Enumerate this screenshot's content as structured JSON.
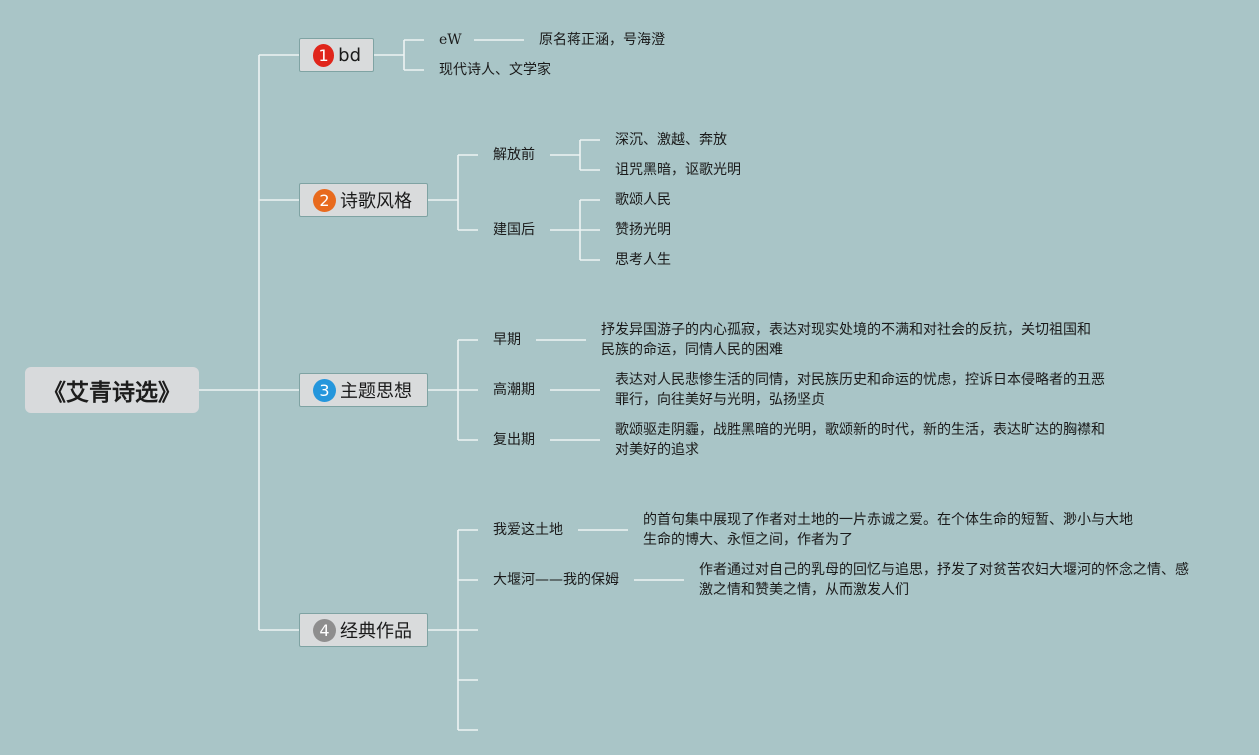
{
  "root": {
    "title": "《艾青诗选》"
  },
  "branches": [
    {
      "label": "bd",
      "number": "1",
      "color": "#e0251b",
      "children": [
        {
          "label": "eW",
          "detail": "原名蒋正涵，号海澄"
        },
        {
          "label": "现代诗人、文学家"
        }
      ]
    },
    {
      "label": "诗歌风格",
      "number": "2",
      "color": "#e86a1d",
      "children": [
        {
          "label": "解放前",
          "items": [
            "深沉、激越、奔放",
            "诅咒黑暗，讴歌光明"
          ]
        },
        {
          "label": "建国后",
          "items": [
            "歌颂人民",
            "赞扬光明",
            "思考人生"
          ]
        }
      ]
    },
    {
      "label": "主题思想",
      "number": "3",
      "color": "#2496dc",
      "children": [
        {
          "label": "早期",
          "lines": [
            "抒发异国游子的内心孤寂，表达对现实处境的不满和对社会的反抗，关切祖国和",
            "民族的命运，同情人民的困难"
          ]
        },
        {
          "label": "高潮期",
          "lines": [
            "表达对人民悲惨生活的同情，对民族历史和命运的忧虑，控诉日本侵略者的丑恶",
            "罪行，向往美好与光明，弘扬坚贞"
          ]
        },
        {
          "label": "复出期",
          "lines": [
            "歌颂驱走阴霾，战胜黑暗的光明，歌颂新的时代，新的生活，表达旷达的胸襟和",
            "对美好的追求"
          ]
        }
      ]
    },
    {
      "label": "经典作品",
      "number": "4",
      "color": "#8e8e8e",
      "children": [
        {
          "label": "我爱这土地",
          "lines": [
            "的首句集中展现了作者对土地的一片赤诚之爱。在个体生命的短暂、渺小与大地",
            "生命的博大、永恒之间，作者为了"
          ]
        },
        {
          "label": "大堰河——我的保姆",
          "lines": [
            "作者通过对自己的乳母的回忆与追思，抒发了对贫苦农妇大堰河的怀念之情、感",
            "激之情和赞美之情，从而激发人们"
          ]
        }
      ]
    }
  ]
}
